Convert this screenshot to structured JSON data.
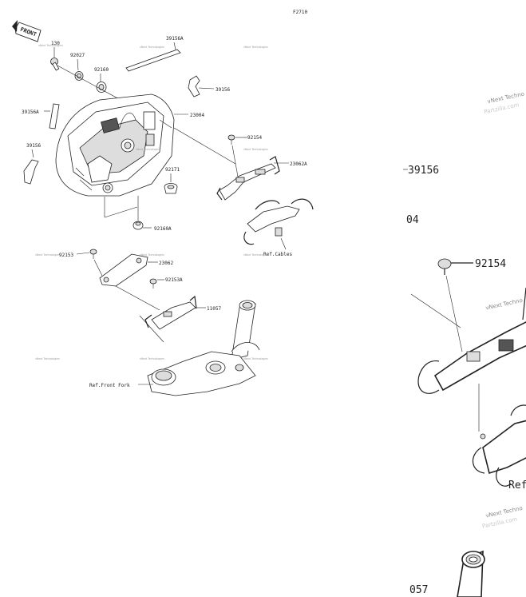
{
  "figure_code": "F2710",
  "front_badge": "FRONT",
  "parts": {
    "p130": "130",
    "p92027": "92027",
    "p92160": "92160",
    "p39156A_top": "39156A",
    "p39156_right": "39156",
    "p23004": "23004",
    "p39156A_left": "39156A",
    "p39156_left": "39156",
    "p92154": "92154",
    "p23062A": "23062A",
    "p92171": "92171",
    "p92160A": "92160A",
    "p92153": "92153",
    "p23062": "23062",
    "p92153A": "92153A",
    "p11057": "11057",
    "ref_cables": "Ref.Cables",
    "ref_front_fork": "Ref.Front Fork"
  },
  "watermark": {
    "line1": "vNext Technologies",
    "line2": "Partzilla.com"
  },
  "zoom_view": {
    "label_39156": "39156",
    "label_04": "04",
    "label_92154": "92154",
    "label_ref": "Ref",
    "label_057": "057",
    "watermark": "vNext Techno"
  }
}
